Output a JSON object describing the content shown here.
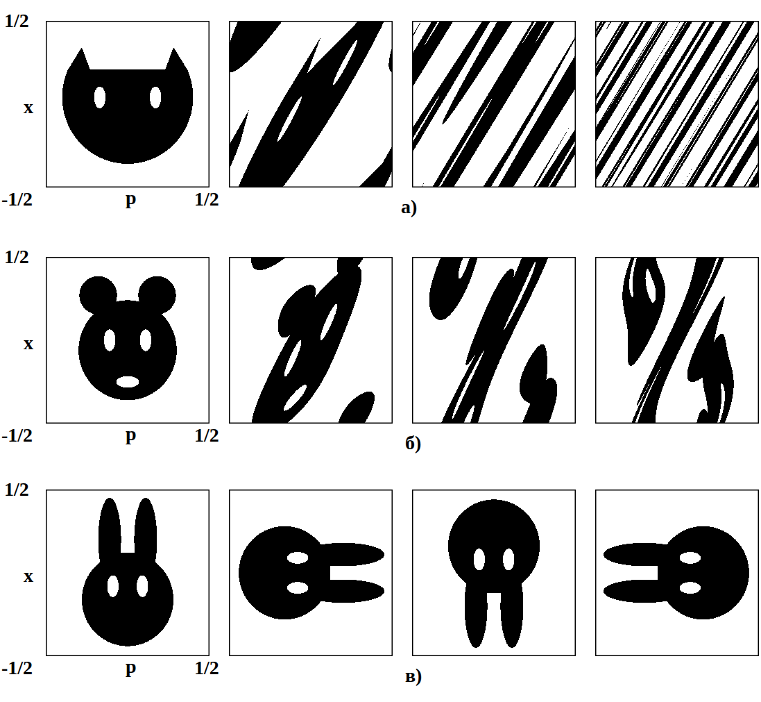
{
  "diagram": {
    "labels": [
      "1/2",
      "x",
      "-1/2",
      "p",
      "1/2",
      "а)",
      "1/2",
      "x",
      "-1/2",
      "p",
      "1/2",
      "б)",
      "1/2",
      "x",
      "-1/2",
      "p",
      "1/2",
      "в)"
    ]
  }
}
